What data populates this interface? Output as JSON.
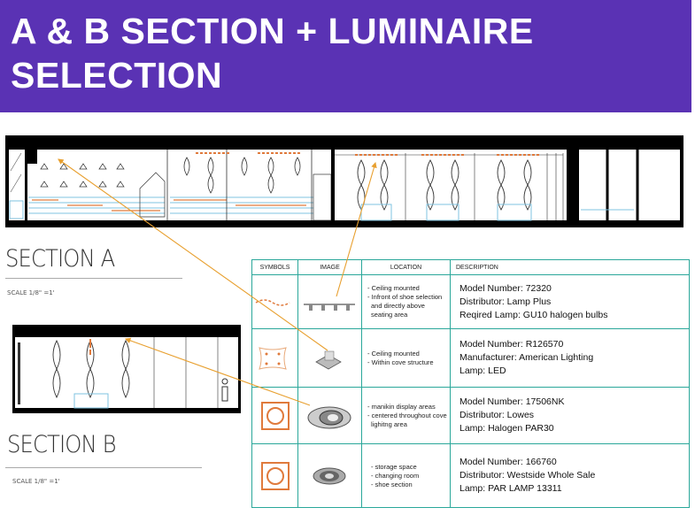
{
  "title": "A & B SECTION + LUMINAIRE SELECTION",
  "section_a": {
    "label": "SECTION A",
    "scale": "SCALE  1/8\" =1'"
  },
  "section_b": {
    "label": "SECTION B",
    "scale": "SCALE  1/8\" =1'"
  },
  "table": {
    "headers": [
      "SYMBOLS",
      "IMAGE",
      "LOCATION",
      "DESCRIPTION"
    ],
    "rows": [
      {
        "symbol": "track-light-symbol",
        "image": "track-light-image",
        "location": [
          "- Ceiling mounted",
          "- Infront of shoe selection",
          "  and directly above",
          "  seating area"
        ],
        "description": [
          "Model Number: 72320",
          "Distributor: Lamp Plus",
          "Reqired Lamp:  GU10 halogen bulbs"
        ]
      },
      {
        "symbol": "cove-light-symbol",
        "image": "cove-light-image",
        "location": [
          "- Ceiling mounted",
          "- Within cove structure"
        ],
        "description": [
          "Model Number: R126570",
          "Manufacturer: American Lighting",
          "Lamp:  LED"
        ]
      },
      {
        "symbol": "recessed-adjustable-symbol",
        "image": "adjustable-downlight-image",
        "location": [
          "- manikin display areas",
          "- centered throughout cove",
          "  lighitng area"
        ],
        "description": [
          "Model Number: 17506NK",
          "Distributor: Lowes",
          "Lamp:  Halogen PAR30"
        ]
      },
      {
        "symbol": "recessed-downlight-symbol",
        "image": "recessed-downlight-image",
        "location": [
          "- storage space",
          "- changing room",
          "- shoe section"
        ],
        "description": [
          "Model Number: 166760",
          "Distributor: Westside Whole Sale",
          "Lamp:  PAR LAMP 13311"
        ]
      }
    ]
  },
  "colors": {
    "banner": "#5a32b4",
    "table_border": "#2aa79a",
    "leader_lines": "#e8a030",
    "fixture_orange": "#e07a3c",
    "fixture_blue": "#7fc3e0"
  }
}
